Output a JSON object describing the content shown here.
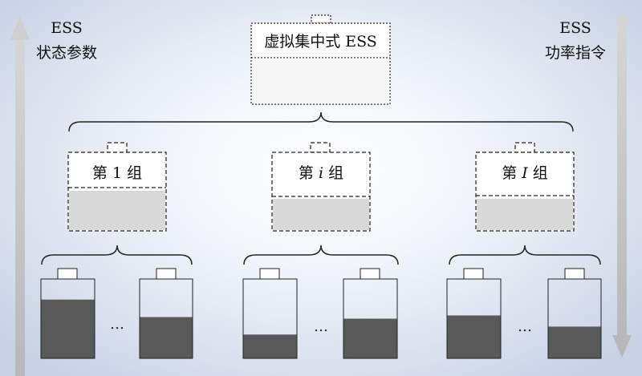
{
  "left_axis": {
    "line1": "ESS",
    "line2": "状态参数"
  },
  "right_axis": {
    "line1": "ESS",
    "line2": "功率指令"
  },
  "virtual_ess": {
    "label": "虚拟集中式 ESS",
    "soc": 0.0
  },
  "groups": [
    {
      "label_prefix": "第 ",
      "index": "1",
      "index_italic": false,
      "label_suffix": " 组",
      "soc": 0.52,
      "ellipsis": "…",
      "batteries": [
        {
          "soc": 0.74
        },
        {
          "soc": 0.52
        }
      ]
    },
    {
      "label_prefix": "第 ",
      "index": "i",
      "index_italic": true,
      "label_suffix": " 组",
      "soc": 0.4,
      "ellipsis": "…",
      "batteries": [
        {
          "soc": 0.3
        },
        {
          "soc": 0.5
        }
      ]
    },
    {
      "label_prefix": "第 ",
      "index": "I",
      "index_italic": true,
      "label_suffix": " 组",
      "soc": 0.4,
      "ellipsis": "…",
      "batteries": [
        {
          "soc": 0.54
        },
        {
          "soc": 0.4
        }
      ]
    }
  ],
  "colors": {
    "battery_fill": "#595959",
    "group_fill": "#d9d9d9",
    "arrow": "#c8c8c8",
    "stroke": "#222222"
  }
}
